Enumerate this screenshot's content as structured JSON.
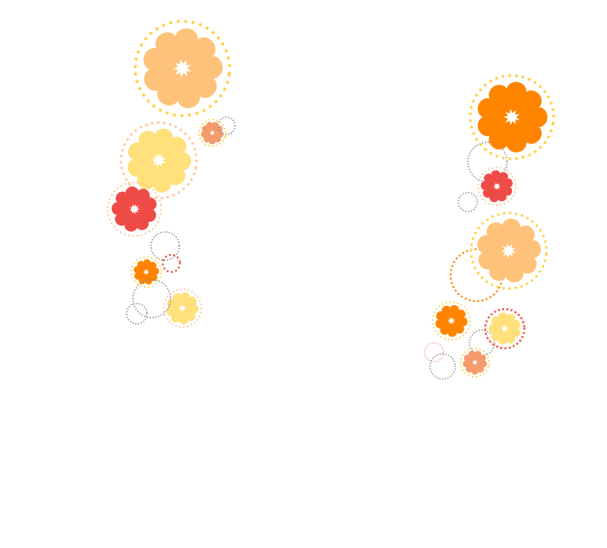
{
  "palette": {
    "peach": "#ffc27a",
    "orange": "#ff8500",
    "yellow": "#ffe07a",
    "red": "#ef4b46",
    "salmon": "#f59b6b",
    "gold_dots": "#ffd34d",
    "peach_dots": "#ffc89a",
    "gray_ring": "#8a8a8a",
    "pink_ring": "#f2a0b0",
    "background": "#ffffff"
  },
  "decoration": {
    "subject": "citrus-slice-confetti",
    "left_cluster": {
      "citrus_slices": [
        "peach",
        "yellow",
        "red",
        "salmon",
        "orange",
        "yellow"
      ],
      "dotted_rings": [
        "gray",
        "gray",
        "red",
        "gray",
        "gray"
      ]
    },
    "right_cluster": {
      "citrus_slices": [
        "orange",
        "red",
        "peach",
        "orange",
        "yellow",
        "salmon"
      ],
      "dotted_rings": [
        "gray",
        "gray",
        "orange",
        "gray",
        "pink",
        "gray"
      ]
    }
  }
}
